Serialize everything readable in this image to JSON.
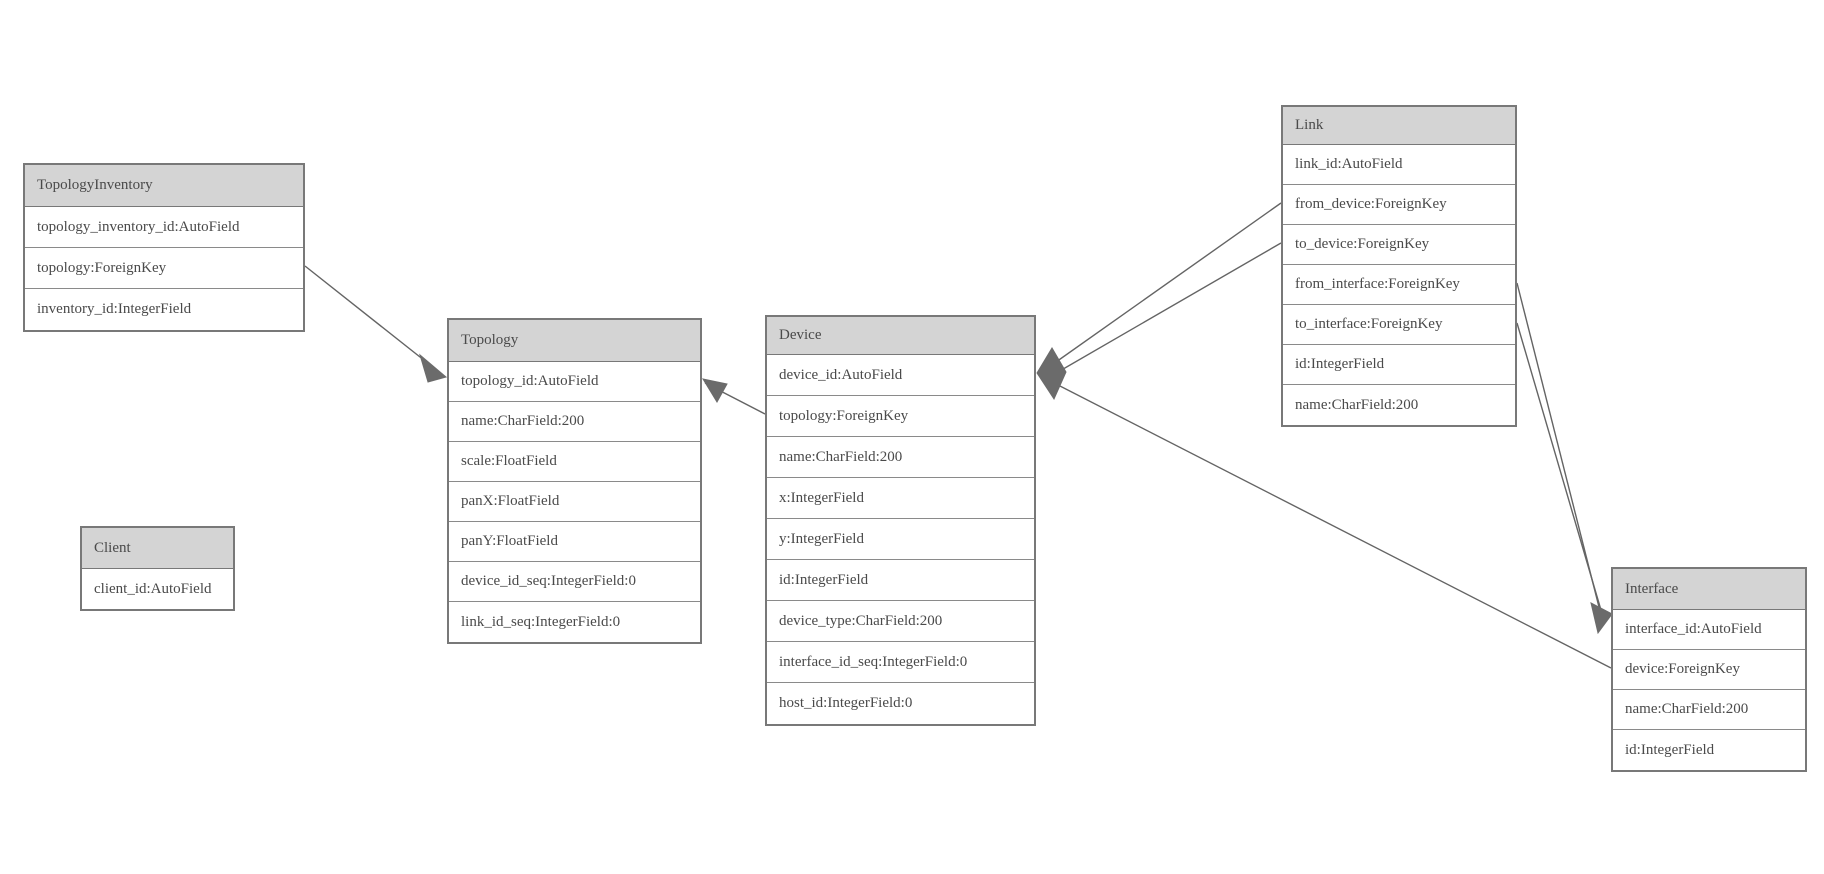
{
  "diagram": {
    "type": "entity-relationship-model-diagram",
    "colors": {
      "background": "#ffffff",
      "header_fill": "#d4d4d4",
      "border": "#787878",
      "row_border": "#8a8a8a",
      "text": "#4a4a4a",
      "edge": "#646464",
      "arrowhead": "#6b6b6b"
    }
  },
  "tables": [
    {
      "title": "TopologyInventory",
      "fields": [
        "topology_inventory_id:AutoField",
        "topology:ForeignKey",
        "inventory_id:IntegerField"
      ]
    },
    {
      "title": "Topology",
      "fields": [
        "topology_id:AutoField",
        "name:CharField:200",
        "scale:FloatField",
        "panX:FloatField",
        "panY:FloatField",
        "device_id_seq:IntegerField:0",
        "link_id_seq:IntegerField:0"
      ]
    },
    {
      "title": "Client",
      "fields": [
        "client_id:AutoField"
      ]
    },
    {
      "title": "Device",
      "fields": [
        "device_id:AutoField",
        "topology:ForeignKey",
        "name:CharField:200",
        "x:IntegerField",
        "y:IntegerField",
        "id:IntegerField",
        "device_type:CharField:200",
        "interface_id_seq:IntegerField:0",
        "host_id:IntegerField:0"
      ]
    },
    {
      "title": "Link",
      "fields": [
        "link_id:AutoField",
        "from_device:ForeignKey",
        "to_device:ForeignKey",
        "from_interface:ForeignKey",
        "to_interface:ForeignKey",
        "id:IntegerField",
        "name:CharField:200"
      ]
    },
    {
      "title": "Interface",
      "fields": [
        "interface_id:AutoField",
        "device:ForeignKey",
        "name:CharField:200",
        "id:IntegerField"
      ]
    }
  ],
  "relationships": [
    {
      "from": "TopologyInventory.topology",
      "to": "Topology.topology_id"
    },
    {
      "from": "Device.topology",
      "to": "Topology.topology_id"
    },
    {
      "from": "Link.from_device",
      "to": "Device.device_id"
    },
    {
      "from": "Link.to_device",
      "to": "Device.device_id"
    },
    {
      "from": "Interface.device",
      "to": "Device.device_id"
    },
    {
      "from": "Link.from_interface",
      "to": "Interface.interface_id"
    },
    {
      "from": "Link.to_interface",
      "to": "Interface.interface_id"
    }
  ]
}
